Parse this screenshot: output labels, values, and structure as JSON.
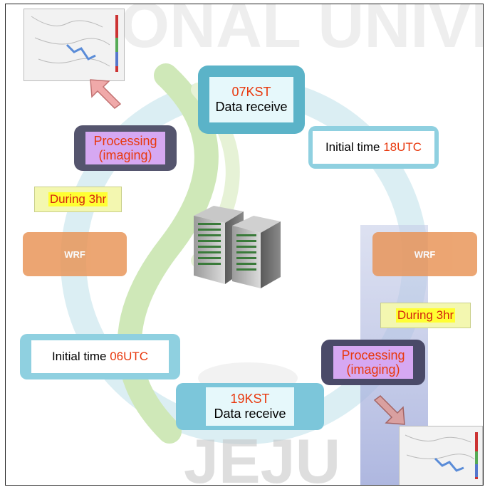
{
  "top": {
    "time": "07KST",
    "label": "Data receive"
  },
  "bottom": {
    "time": "19KST",
    "label": "Data receive"
  },
  "initial_right": {
    "prefix": "Initial time ",
    "time": "18UTC"
  },
  "initial_left": {
    "prefix": "Initial time ",
    "time": "06UTC"
  },
  "processing_left": {
    "line1": "Processing",
    "line2": "(imaging)"
  },
  "processing_right": {
    "line1": "Processing",
    "line2": "(imaging)"
  },
  "during_left": "During 3hr",
  "during_right": "During 3hr",
  "wrf_left": "WRF",
  "wrf_right": "WRF",
  "watermark": "JEJU",
  "colors": {
    "accent_red": "#e8380d",
    "teal": "#5bb3c8",
    "wrf_orange": "#e9965a",
    "purple_fill": "#d6a8f2"
  }
}
